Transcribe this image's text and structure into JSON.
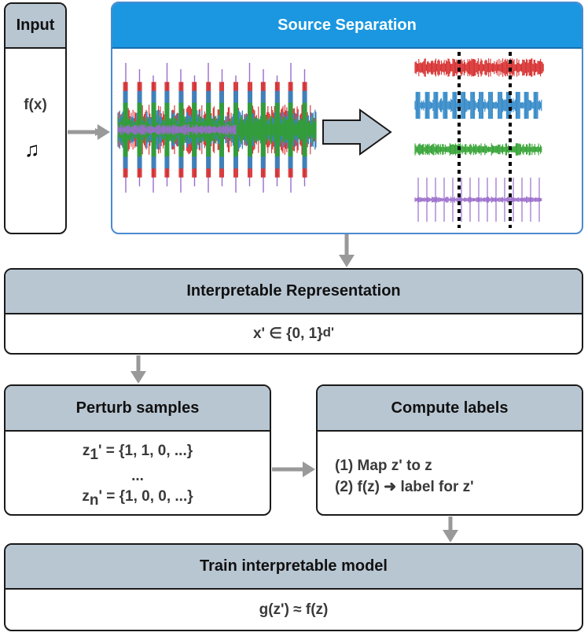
{
  "input": {
    "title": "Input",
    "fx": "f(x)",
    "icon": "music-note-icon",
    "note": "♫"
  },
  "source_separation": {
    "title": "Source Separation",
    "colors": {
      "red": "#d62b2b",
      "blue": "#2f86c6",
      "green": "#2fa02f",
      "purple": "#9a6dcc",
      "header": "#1a97e0"
    }
  },
  "interpretable_representation": {
    "title": "Interpretable Representation",
    "formula": "x' ∈ {0, 1}",
    "sup": "d'"
  },
  "perturb": {
    "title": "Perturb samples",
    "z1": "z",
    "z1_sub": "1",
    "z1_rest": "' = {1, 1, 0, ...}",
    "dots": "...",
    "zn": "z",
    "zn_sub": "n",
    "zn_rest": "' = {1, 0, 0, ...}"
  },
  "compute": {
    "title": "Compute labels",
    "line1": "(1) Map z' to z",
    "line2": "(2) f(z) ➜ label for z'"
  },
  "train": {
    "title": "Train interpretable model",
    "formula": "g(z') ≈ f(z)"
  }
}
